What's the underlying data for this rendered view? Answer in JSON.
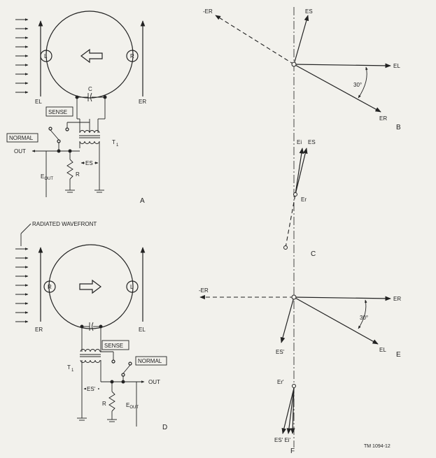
{
  "diagram_a": {
    "el": "EL",
    "er": "ER",
    "loop_left": "L",
    "loop_right": "R",
    "capacitor": "C",
    "sense": "SENSE",
    "normal": "NORMAL",
    "out": "OUT",
    "transformer": "T",
    "transformer_sub": "1",
    "es": "ES",
    "eout_e": "E",
    "eout_sub": "OUT",
    "resistor": "R",
    "panel": "A"
  },
  "diagram_d": {
    "caption": "RADIATED WAVEFRONT",
    "er": "ER",
    "el": "EL",
    "loop_left": "R",
    "loop_right": "L",
    "sense": "SENSE",
    "normal": "NORMAL",
    "out": "OUT",
    "transformer": "T",
    "transformer_sub": "1",
    "es": "ES'",
    "eout_e": "E",
    "eout_sub": "OUT",
    "resistor": "R",
    "panel": "D"
  },
  "vector_b": {
    "neg_er": "-ER",
    "es": "ES",
    "el": "EL",
    "er": "ER",
    "angle": "30°",
    "panel": "B"
  },
  "vector_c": {
    "ei": "Ei",
    "es": "ES",
    "er": "Er",
    "panel": "C"
  },
  "vector_e": {
    "neg_er": "-ER",
    "er": "ER",
    "es": "ES'",
    "el": "EL",
    "angle": "30°",
    "panel": "E"
  },
  "vector_f": {
    "er": "Er'",
    "es": "ES'",
    "ei": "Ei'",
    "panel": "F"
  },
  "figure_id": "TM 1094-12"
}
